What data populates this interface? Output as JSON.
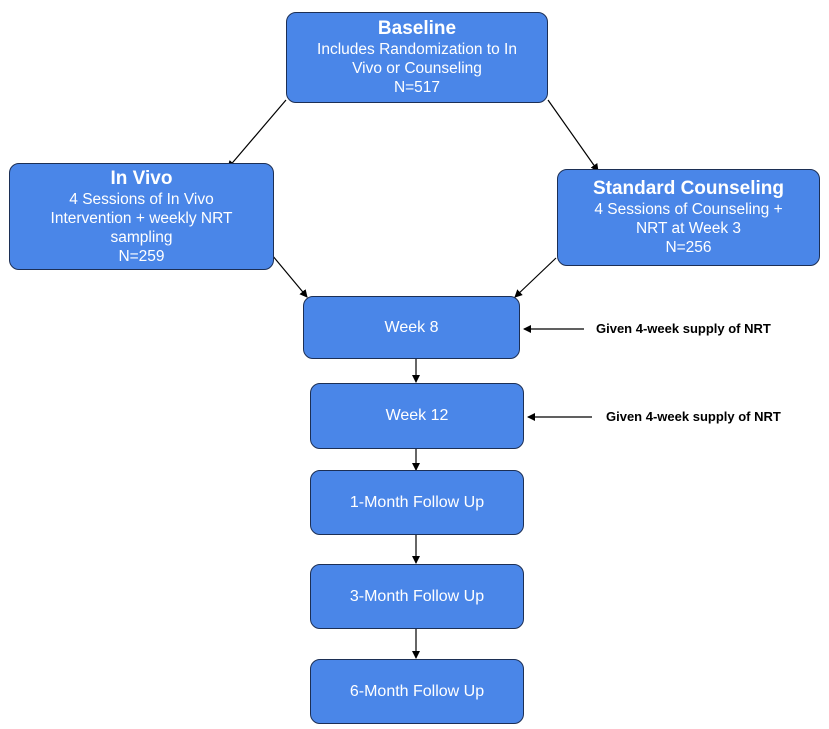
{
  "baseline": {
    "title": "Baseline",
    "lines": [
      "Includes Randomization to In",
      "Vivo or Counseling",
      "N=517"
    ]
  },
  "in_vivo": {
    "title": "In Vivo",
    "lines": [
      "4 Sessions of In Vivo",
      "Intervention + weekly NRT",
      "sampling",
      "N=259"
    ]
  },
  "standard": {
    "title": "Standard Counseling",
    "lines": [
      "4 Sessions of Counseling +",
      "NRT at Week 3",
      "N=256"
    ]
  },
  "steps": [
    "Week 8",
    "Week 12",
    "1-Month Follow Up",
    "3-Month Follow Up",
    "6-Month Follow Up"
  ],
  "notes": {
    "week8": "Given 4-week supply of NRT",
    "week12": "Given 4-week supply of NRT"
  },
  "colors": {
    "box_fill": "#4a86e8",
    "box_border": "#1c2f55",
    "arrow": "#000000"
  }
}
